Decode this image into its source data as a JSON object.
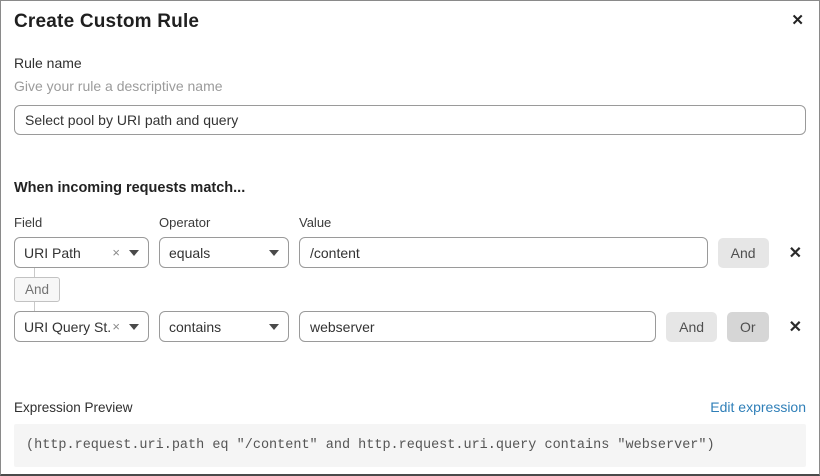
{
  "dialog": {
    "title": "Create Custom Rule",
    "close_icon": "✕"
  },
  "rule_name": {
    "label": "Rule name",
    "helper": "Give your rule a descriptive name",
    "value": "Select pool by URI path and query"
  },
  "match": {
    "heading": "When incoming requests match...",
    "column_labels": {
      "field": "Field",
      "operator": "Operator",
      "value": "Value"
    },
    "connector_label": "And",
    "rows": [
      {
        "field": "URI Path",
        "operator": "equals",
        "value": "/content",
        "and_button": "And",
        "remove_icon": "✕",
        "clear_icon": "×"
      },
      {
        "field": "URI Query St...",
        "operator": "contains",
        "value": "webserver",
        "and_button": "And",
        "or_button": "Or",
        "remove_icon": "✕",
        "clear_icon": "×"
      }
    ]
  },
  "expression": {
    "label": "Expression Preview",
    "edit_link": "Edit expression",
    "preview": "(http.request.uri.path eq \"/content\" and http.request.uri.query contains \"webserver\")"
  },
  "colors": {
    "link_blue": "#2f7fb8",
    "and_button_bg": "#e6e6e6",
    "or_button_bg": "#d6d6d6",
    "code_bg": "#f5f5f5"
  }
}
